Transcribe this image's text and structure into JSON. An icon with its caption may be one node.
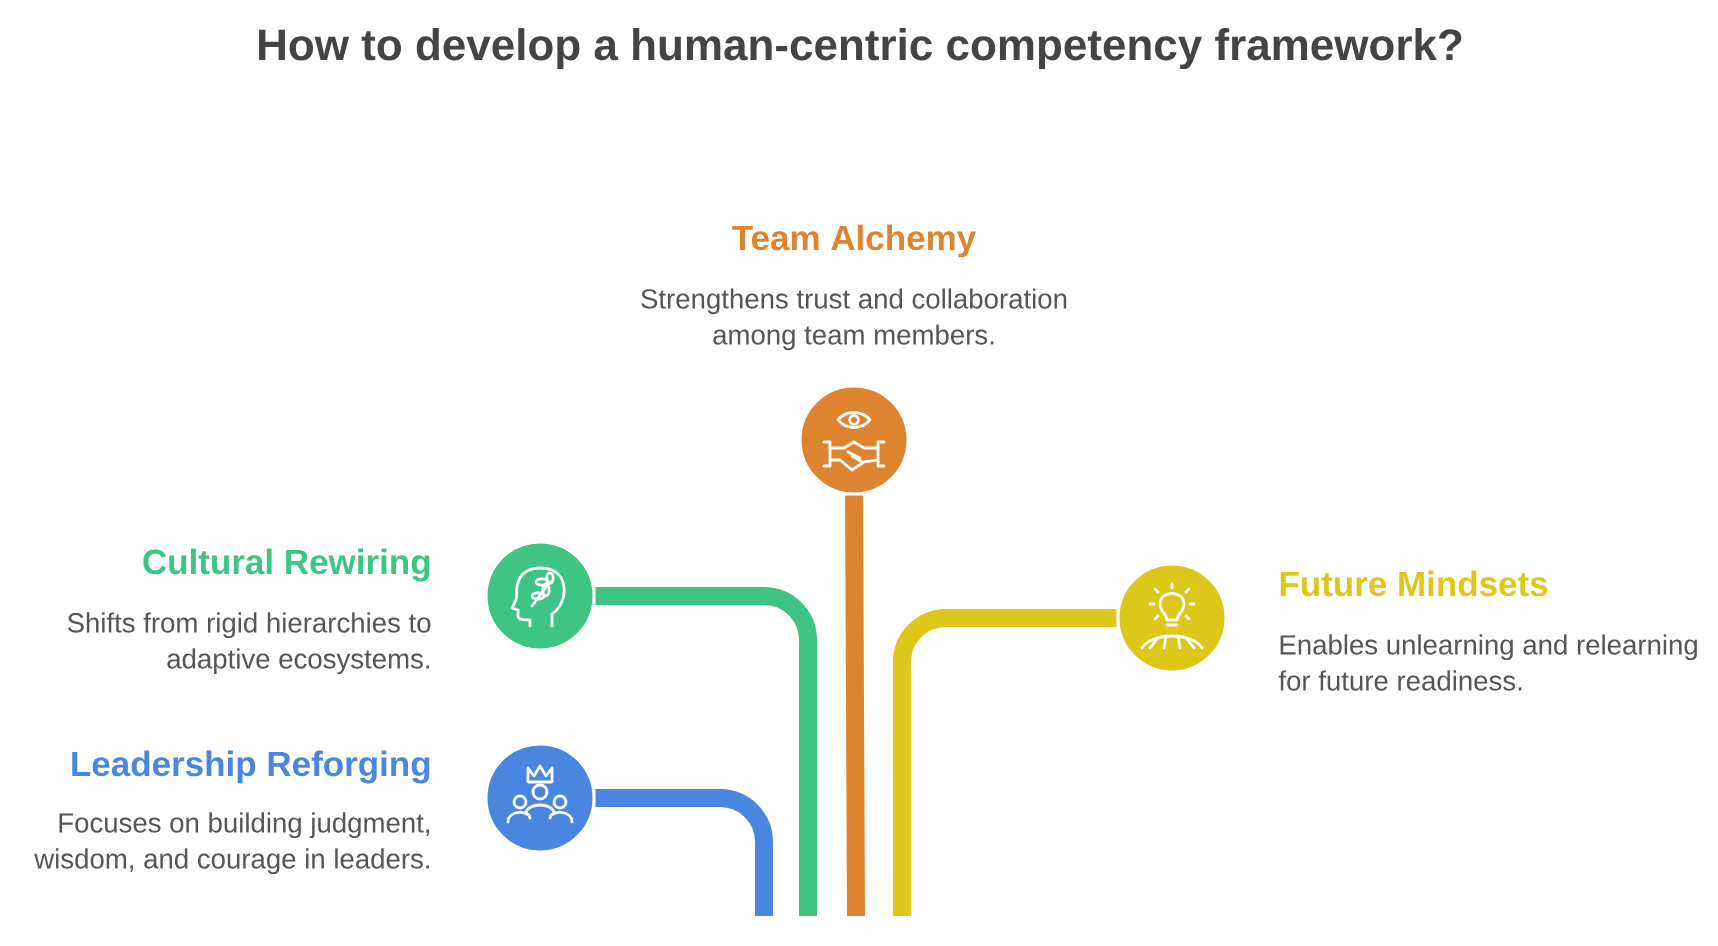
{
  "diagram": {
    "title": "How to develop a human-centric competency framework?",
    "nodes": [
      {
        "text": [],
        "shape": "circle",
        "beside": [
          "Team Alchemy",
          "Strengthens trust and collaboration among team members."
        ]
      },
      {
        "text": [],
        "shape": "circle",
        "beside": [
          "Cultural Rewiring",
          "Shifts from rigid hierarchies to adaptive ecosystems."
        ]
      },
      {
        "text": [],
        "shape": "circle",
        "beside": [
          "Future Mindsets",
          "Enables unlearning and relearning for future readiness."
        ]
      },
      {
        "text": [],
        "shape": "circle",
        "beside": [
          "Leadership Reforging",
          "Focuses on building judgment, wisdom, and courage in leaders."
        ]
      }
    ],
    "edges": [
      {
        "from": 0,
        "to": null,
        "arrow": "none",
        "color": "#de8431"
      },
      {
        "from": 1,
        "to": null,
        "arrow": "none",
        "color": "#3ec483"
      },
      {
        "from": 2,
        "to": null,
        "arrow": "none",
        "color": "#dcc71a"
      },
      {
        "from": 3,
        "to": null,
        "arrow": "none",
        "color": "#4a86e0"
      }
    ]
  }
}
